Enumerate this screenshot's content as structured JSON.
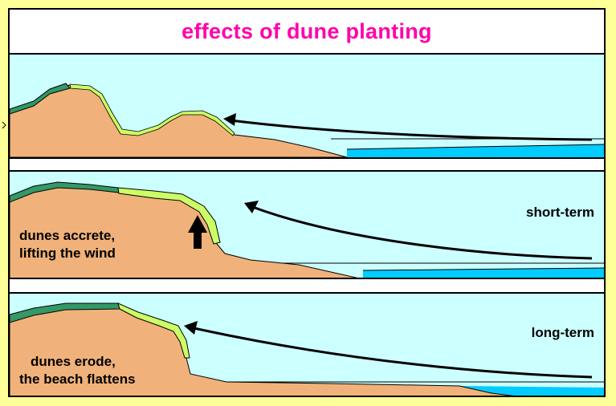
{
  "title": "effects of dune planting",
  "panels": [
    {
      "id": "initial",
      "tag": "",
      "caption": []
    },
    {
      "id": "short",
      "tag": "short-term",
      "caption": [
        "dunes accrete,",
        "lifting the wind"
      ]
    },
    {
      "id": "long",
      "tag": "long-term",
      "caption": [
        "dunes erode,",
        "the beach flattens"
      ]
    }
  ],
  "colors": {
    "background": "#ffff99",
    "sky": "#ccffff",
    "sand": "#f0b27a",
    "vegetation_old": "#339966",
    "vegetation_new": "#ccff66",
    "sea": "#00ccff",
    "title": "#ff00aa"
  },
  "icons": [
    "wind-arrow",
    "accretion-arrow"
  ]
}
